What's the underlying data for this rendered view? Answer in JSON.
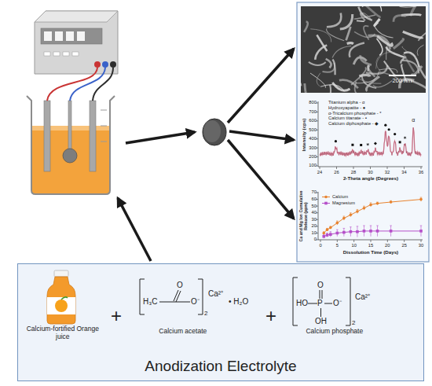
{
  "diagram": {
    "nodes": [
      {
        "text": [
          "Anodization Electrolyte"
        ]
      },
      {
        "text": [
          "Calcium-fortified Orange juice"
        ],
        "in": 0
      },
      {
        "text": [
          "Calcium acetate"
        ],
        "in": 0
      },
      {
        "text": [
          "Calcium phosphate"
        ],
        "in": 0
      }
    ],
    "labels": [
      "200 nm",
      "Titanium alpha - α",
      "Hydroxyapatite - ●",
      "α-Tricalcium phosphate - *",
      "Calcium titanate - ▪",
      "Calcium diphosphate - ◆",
      "800",
      "700",
      "600",
      "500",
      "400",
      "300",
      "200",
      "100",
      "Intensity (cps)",
      "24",
      "26",
      "28",
      "30",
      "32",
      "34",
      "36",
      "2-Theta angle (Degrees)",
      "α",
      "70",
      "60",
      "50",
      "40",
      "30",
      "20",
      "10",
      "0",
      "Ca and Mg Ion Cumulative Release (ppm)",
      "0",
      "5",
      "10",
      "15",
      "20",
      "25",
      "30",
      "Dissolution Time (Days)",
      "+",
      "+",
      "H₃C",
      "O",
      "O⁻",
      "2",
      "Ca²⁺",
      "• H₂O",
      "HO",
      "P",
      "O",
      "O⁻",
      "OH",
      "2",
      "Ca²⁺"
    ],
    "legend": [
      {
        "text": "Calcium"
      },
      {
        "text": "Magnesium"
      }
    ]
  }
}
